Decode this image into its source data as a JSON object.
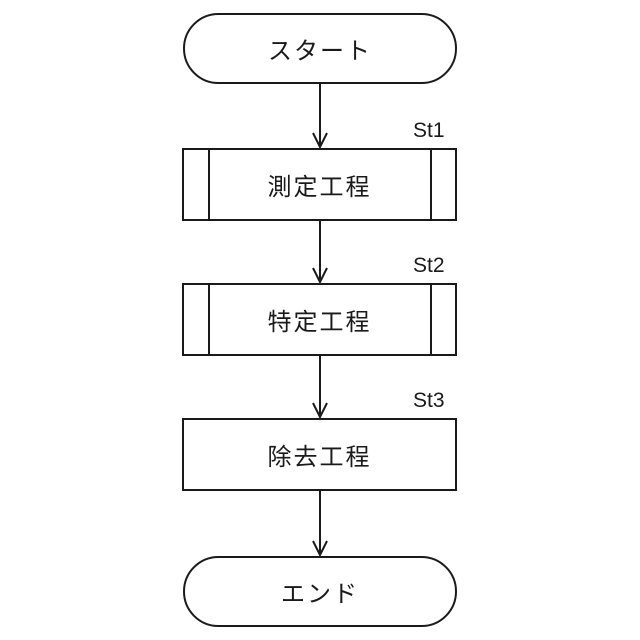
{
  "diagram": {
    "type": "flowchart",
    "orientation": "top-to-bottom",
    "background_color": "#ffffff",
    "stroke_color": "#1a1a1a",
    "nodes": [
      {
        "id": "start",
        "shape": "terminal",
        "label": "スタート"
      },
      {
        "id": "st1",
        "shape": "predefined-process",
        "label": "測定工程",
        "step": "St1"
      },
      {
        "id": "st2",
        "shape": "predefined-process",
        "label": "特定工程",
        "step": "St2"
      },
      {
        "id": "st3",
        "shape": "process",
        "label": "除去工程",
        "step": "St3"
      },
      {
        "id": "end",
        "shape": "terminal",
        "label": "エンド"
      }
    ],
    "edges": [
      {
        "from": "start",
        "to": "st1"
      },
      {
        "from": "st1",
        "to": "st2"
      },
      {
        "from": "st2",
        "to": "st3"
      },
      {
        "from": "st3",
        "to": "end"
      }
    ]
  }
}
